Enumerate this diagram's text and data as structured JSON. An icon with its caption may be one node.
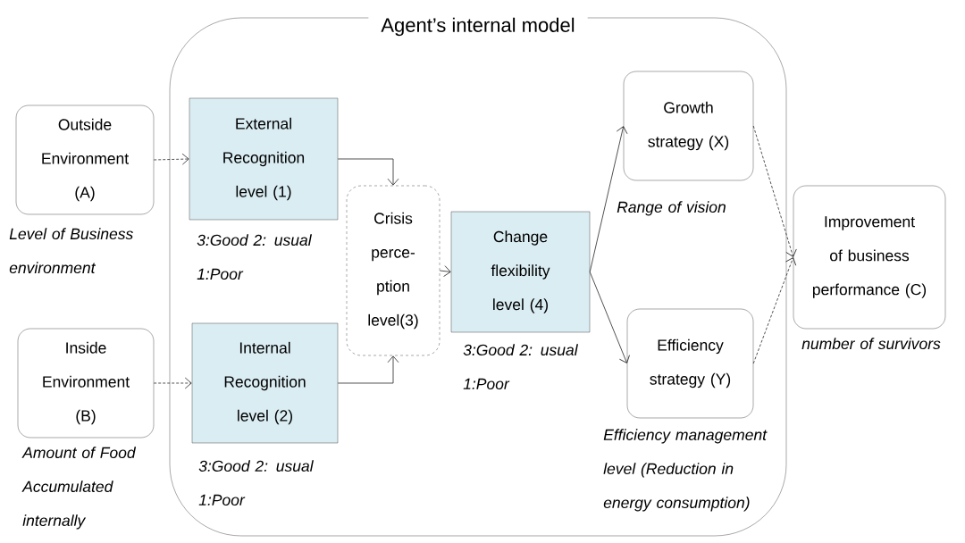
{
  "diagram": {
    "nodes": [
      {
        "text": [
          "Agent’s internal model"
        ]
      },
      {
        "text": [
          "Outside Environment (A)"
        ],
        "beside": [
          "Level of Business environment"
        ]
      },
      {
        "text": [
          "Inside Environment (B)"
        ],
        "beside": [
          "Amount of Food Accumulated internally"
        ]
      },
      {
        "text": [
          "External Recognition level (1)"
        ],
        "in": 0,
        "beside": [
          "3:Good 2: usual 1:Poor"
        ]
      },
      {
        "text": [
          "Internal Recognition level (2)"
        ],
        "in": 0,
        "beside": [
          "3:Good 2: usual 1:Poor"
        ]
      },
      {
        "text": [
          "Crisis perce- ption level(3)"
        ],
        "in": 0
      },
      {
        "text": [
          "Change flexibility level (4)"
        ],
        "in": 0,
        "beside": [
          "3:Good 2: usual 1:Poor"
        ]
      },
      {
        "text": [
          "Growth strategy (X)"
        ],
        "in": 0,
        "beside": [
          "Range of vision"
        ]
      },
      {
        "text": [
          "Efficiency strategy (Y)"
        ],
        "in": 0,
        "beside": [
          "Efficiency management level (Reduction in energy consumption)"
        ]
      },
      {
        "text": [
          "Improvement of business performance (C)"
        ],
        "beside": [
          "number of survivors"
        ]
      }
    ],
    "edges": [
      {
        "from": 1,
        "to": 3,
        "arrow": "to",
        "style": "dashed"
      },
      {
        "from": 2,
        "to": 4,
        "arrow": "to",
        "style": "dashed"
      },
      {
        "from": 3,
        "to": 5,
        "arrow": "to"
      },
      {
        "from": 4,
        "to": 5,
        "arrow": "to"
      },
      {
        "from": 5,
        "to": 6,
        "arrow": "to"
      },
      {
        "from": 6,
        "to": 7,
        "arrow": "to"
      },
      {
        "from": 6,
        "to": 8,
        "arrow": "to"
      },
      {
        "from": 7,
        "to": 9,
        "arrow": "to",
        "style": "dashed"
      },
      {
        "from": 8,
        "to": 9,
        "arrow": "to",
        "style": "dashed"
      }
    ]
  }
}
